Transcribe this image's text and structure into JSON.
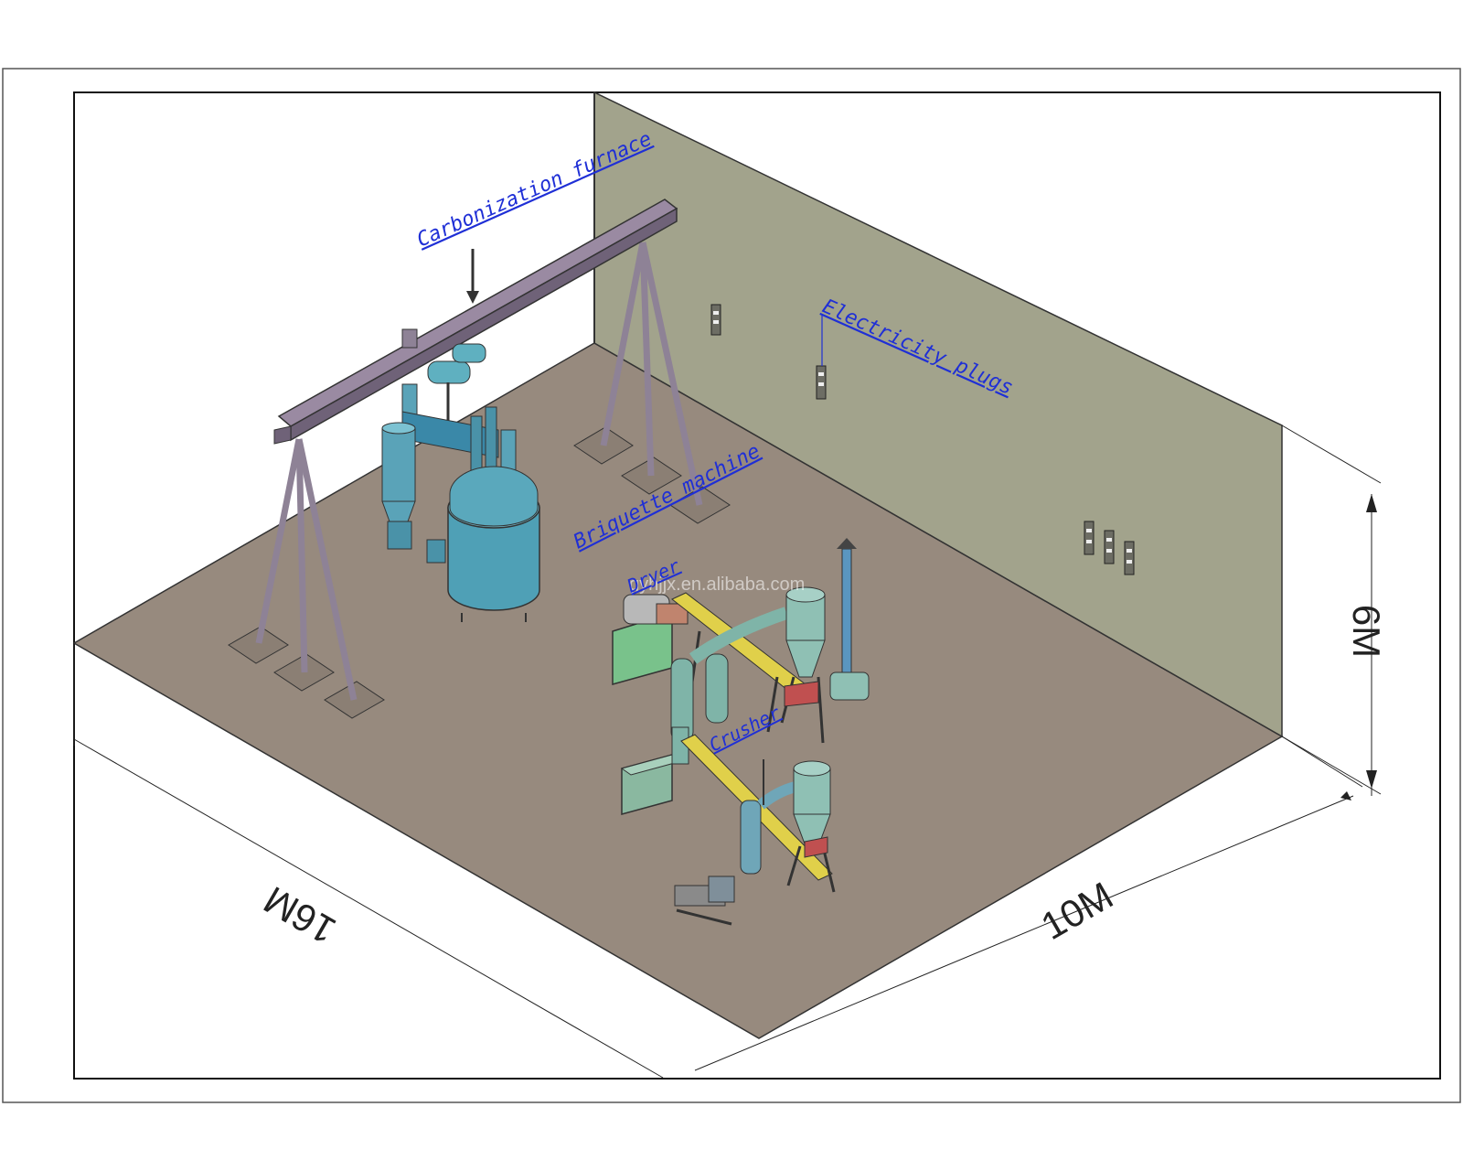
{
  "labels": {
    "carbonization_furnace": "Carbonization furnace",
    "electricity_plugs": "Electricity plugs",
    "briquette_machine": "Briquette machine",
    "dryer": "Dryer",
    "crusher": "Crusher"
  },
  "dimensions": {
    "length": "16M",
    "width": "10M",
    "height": "6M"
  },
  "watermark": "gyhjjx.en.alibaba.com",
  "colors": {
    "floor": "#978a7e",
    "wall": "#a2a38c",
    "label": "#1f2fd6",
    "beam": "#8a7a92",
    "tank": "#4fa0b6",
    "conveyor": "#e0d04a"
  }
}
